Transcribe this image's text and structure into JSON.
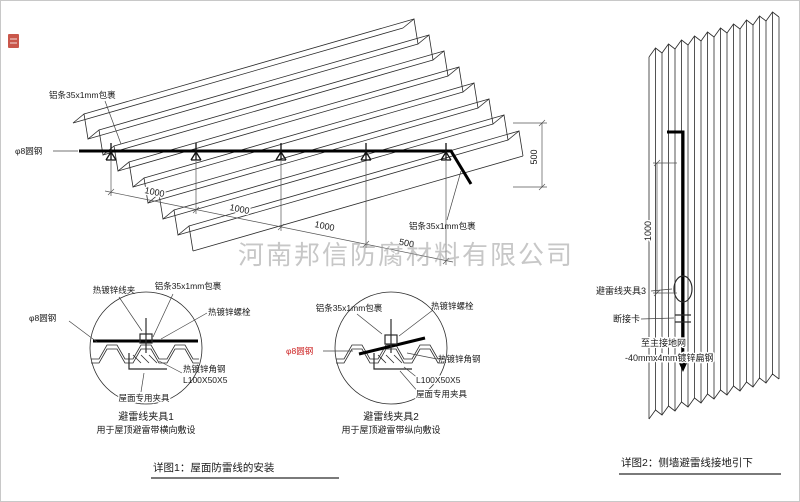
{
  "watermark": {
    "text": "河南邦信防腐材料有限公司"
  },
  "roof": {
    "label_strip_left": "铝条35x1mm包裹",
    "label_strip_right": "铝条35x1mm包裹",
    "label_round_steel": "φ8圆钢",
    "dim_values": [
      "1000",
      "1000",
      "1000",
      "500"
    ],
    "dim_side": "500"
  },
  "clamp1": {
    "title": "避雷线夹具1",
    "subtitle": "用于屋顶避雷带横向敷设",
    "label_wire_clip": "热镀锌线夹",
    "label_strip": "铝条35x1mm包裹",
    "label_bolt": "热镀锌螺栓",
    "label_round_steel": "φ8圆钢",
    "label_angle_steel": "热镀锌角钢",
    "label_angle_size": "L100X50X5",
    "label_roof_clamp": "屋面专用夹具"
  },
  "clamp2": {
    "title": "避雷线夹具2",
    "subtitle": "用于屋顶避雷带纵向敷设",
    "label_strip": "铝条35x1mm包裹",
    "label_bolt": "热镀锌螺栓",
    "label_round_steel": "φ8圆钢",
    "label_angle_steel": "热镀锌角钢",
    "label_angle_size": "L100X50X5",
    "label_roof_clamp": "屋面专用夹具"
  },
  "wall": {
    "dim": "1000",
    "label_clamp3": "避雷线夹具3",
    "label_disconnect": "断接卡",
    "label_to_ground": "至主接地网",
    "label_flat_steel": "-40mmx4mm镀锌扁钢"
  },
  "captions": {
    "detail1": "详图1：屋面防雷线的安装",
    "detail2": "详图2：侧墙避雷线接地引下"
  },
  "colors": {
    "line": "#2b2b2b",
    "wire": "#000000",
    "accent_red": "#cc2020",
    "watermark_gray": "#9a9a9a"
  }
}
